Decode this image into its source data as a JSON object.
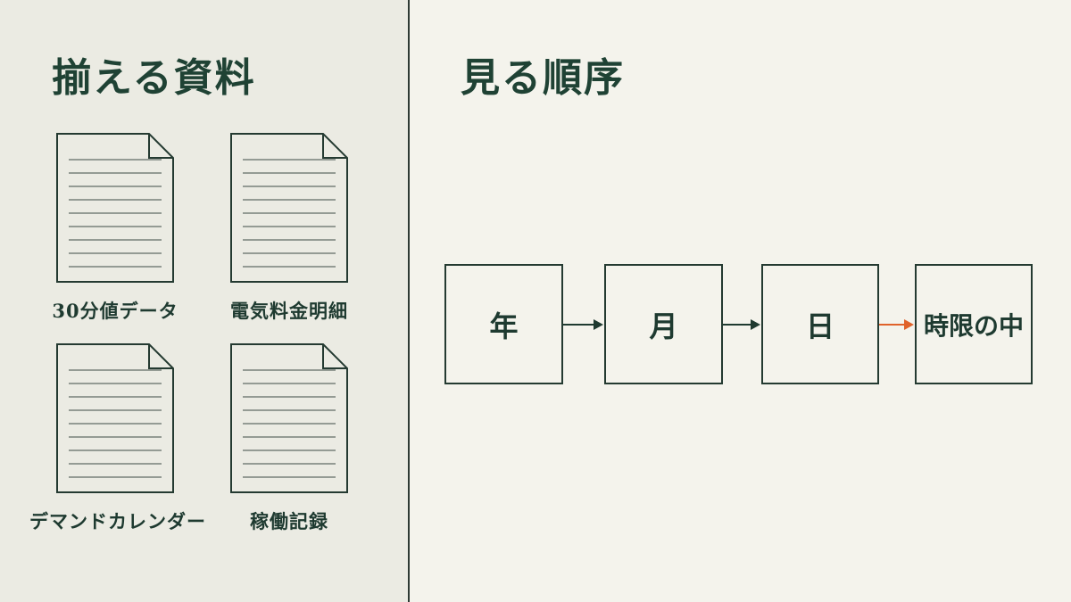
{
  "left": {
    "heading": "揃える資料",
    "documents": [
      {
        "label": "30分値データ",
        "icon": "document-icon"
      },
      {
        "label": "電気料金明細",
        "icon": "document-icon"
      },
      {
        "label": "デマンドカレンダー",
        "icon": "document-icon"
      },
      {
        "label": "稼働記録",
        "icon": "document-icon"
      }
    ]
  },
  "right": {
    "heading": "見る順序",
    "steps": [
      {
        "label": "年"
      },
      {
        "label": "月"
      },
      {
        "label": "日"
      },
      {
        "label": "時限の中"
      }
    ],
    "arrow_colors": [
      "#1f3a30",
      "#1f3a30",
      "#e0622a"
    ]
  },
  "colors": {
    "background": "#f4f3ec",
    "left_panel": "#ebebe3",
    "ink": "#1e3a30",
    "accent": "#e0622a"
  }
}
